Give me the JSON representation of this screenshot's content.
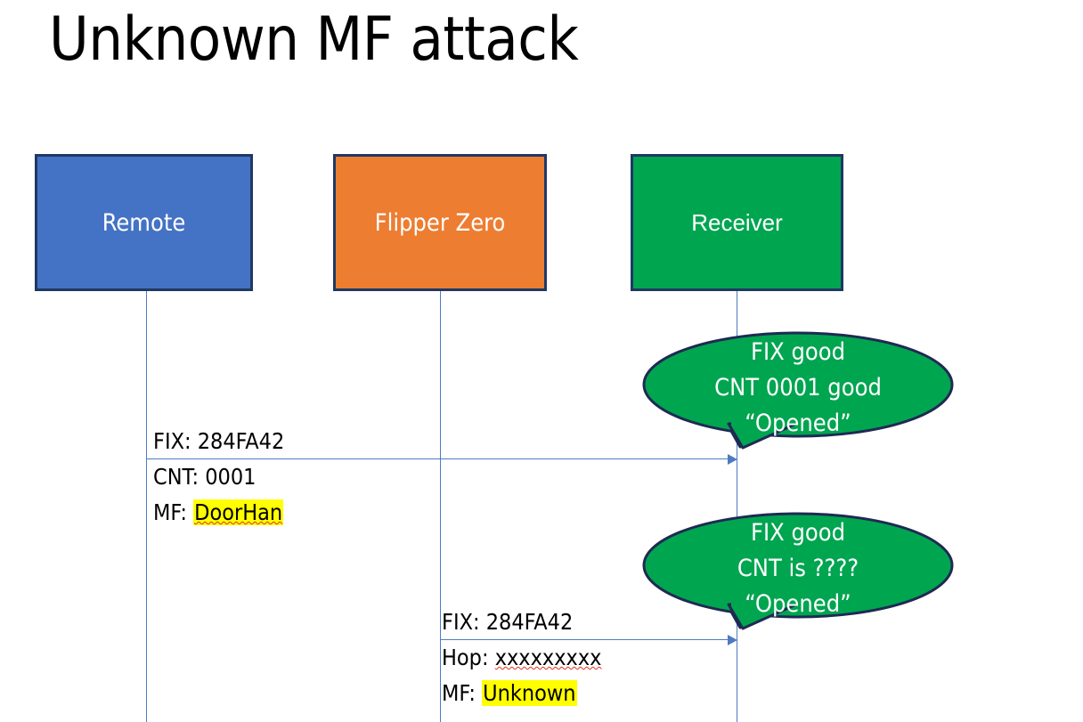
{
  "slide": {
    "title": "Unknown MF attack",
    "background": "#ffffff",
    "colors": {
      "remote_fill": "#4472C4",
      "flipper_fill": "#ED7D31",
      "receiver_fill": "#00A550",
      "box_border": "#1F3864",
      "lifeline": "#4E7BBF",
      "arrow": "#4E7BBF",
      "callout_fill": "#00A550",
      "callout_border": "#1F2A52",
      "highlight": "#FFFF00",
      "spellcheck_underline": "#E03020",
      "text_dark": "#000000",
      "text_light": "#ffffff"
    }
  },
  "actors": [
    {
      "key": "remote",
      "label": "Remote"
    },
    {
      "key": "flipper",
      "label": "Flipper Zero"
    },
    {
      "key": "receiver",
      "label": "Receiver"
    }
  ],
  "messages": [
    {
      "key": "remote-to-receiver",
      "from": "remote",
      "to": "receiver",
      "lines": [
        {
          "prefix": "FIX: ",
          "value": "284FA42",
          "highlight": false,
          "spellcheck": false
        },
        {
          "prefix": "CNT: ",
          "value": "0001",
          "highlight": false,
          "spellcheck": false
        },
        {
          "prefix": "MF: ",
          "value": "DoorHan",
          "highlight": true,
          "spellcheck": true
        }
      ]
    },
    {
      "key": "flipper-to-receiver",
      "from": "flipper",
      "to": "receiver",
      "lines": [
        {
          "prefix": "FIX: ",
          "value": "284FA42",
          "highlight": false,
          "spellcheck": false
        },
        {
          "prefix": "Hop: ",
          "value": "xxxxxxxxx",
          "highlight": false,
          "spellcheck": true
        },
        {
          "prefix": "MF: ",
          "value": "Unknown",
          "highlight": true,
          "spellcheck": false
        }
      ]
    }
  ],
  "callouts": [
    {
      "key": "receiver-response-1",
      "lines": [
        "FIX good",
        "CNT 0001 good",
        "“Opened”"
      ]
    },
    {
      "key": "receiver-response-2",
      "lines": [
        "FIX good",
        "CNT is ????",
        "“Opened”"
      ]
    }
  ]
}
